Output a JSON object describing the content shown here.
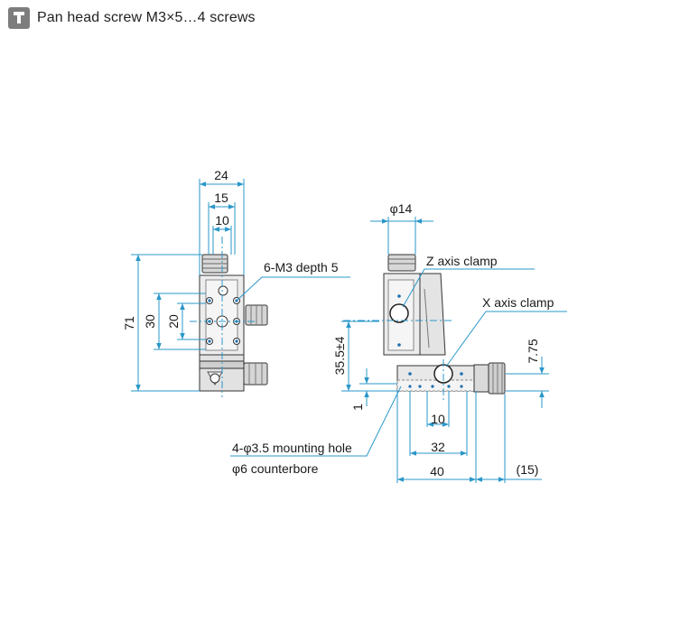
{
  "header": {
    "icon": "screw-icon",
    "text": "Pan head screw M3×5…4 screws"
  },
  "colors": {
    "dimension_line": "#2a97c9",
    "outline": "#333333",
    "fill": "#e9e9e9",
    "marker": "#1f6fae",
    "icon_bg": "#7d7d7d"
  },
  "front_view": {
    "dims": {
      "width_24": "24",
      "width_15": "15",
      "width_10": "10",
      "height_71": "71",
      "height_30": "30",
      "height_20": "20"
    },
    "callouts": {
      "tapped_holes": "6-M3 depth 5"
    }
  },
  "side_view": {
    "dims": {
      "knob_dia": "φ14",
      "height_35_5": "35.5±4",
      "offset_1": "1",
      "offset_7_75": "7.75",
      "spacing_10": "10",
      "spacing_32": "32",
      "base_40": "40",
      "knob_15": "(15)"
    },
    "callouts": {
      "z_clamp": "Z axis clamp",
      "x_clamp": "X axis clamp",
      "mounting_hole": "4-φ3.5 mounting hole",
      "counterbore": "φ6 counterbore"
    }
  }
}
